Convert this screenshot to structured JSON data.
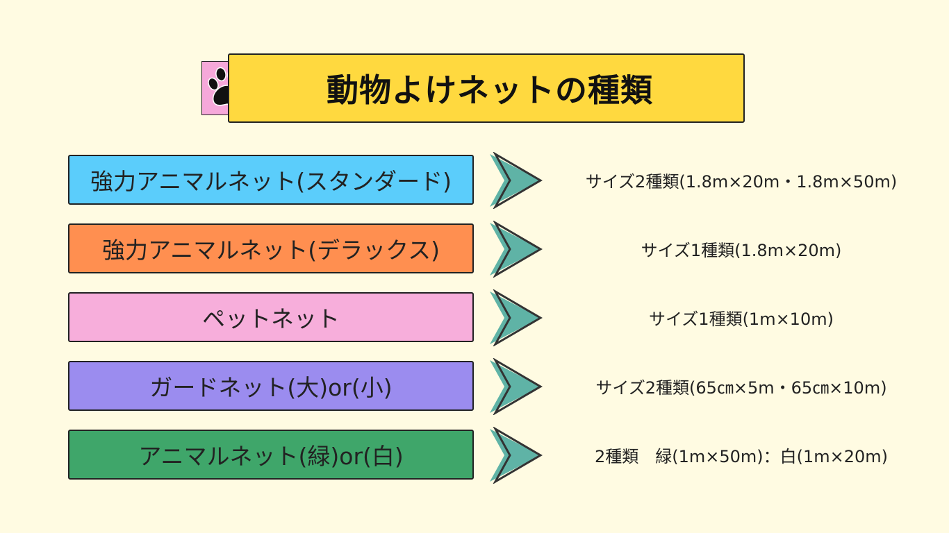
{
  "title": "動物よけネットの種類",
  "paw_icon": "paw-icon",
  "colors": {
    "background": "#fffbe2",
    "title_banner": "#ffd93f",
    "paw_box": "#f6a8da",
    "arrow_fill": "#5fb3a6"
  },
  "rows": [
    {
      "label": "強力アニマルネット(スタンダード)",
      "description": "サイズ2種類(1.8m×20m・1.8m×50m)",
      "color": "#5bcdfb"
    },
    {
      "label": "強力アニマルネット(デラックス)",
      "description": "サイズ1種類(1.8m×20m)",
      "color": "#ff8f50"
    },
    {
      "label": "ペットネット",
      "description": "サイズ1種類(1m×10m)",
      "color": "#f7aedb"
    },
    {
      "label": "ガードネット(大)or(小)",
      "description": "サイズ2種類(65㎝×5m・65㎝×10m)",
      "color": "#9b8cef"
    },
    {
      "label": "アニマルネット(緑)or(白)",
      "description": "2種類　緑(1m×50m)：白(1m×20m)",
      "color": "#3fa66a"
    }
  ]
}
